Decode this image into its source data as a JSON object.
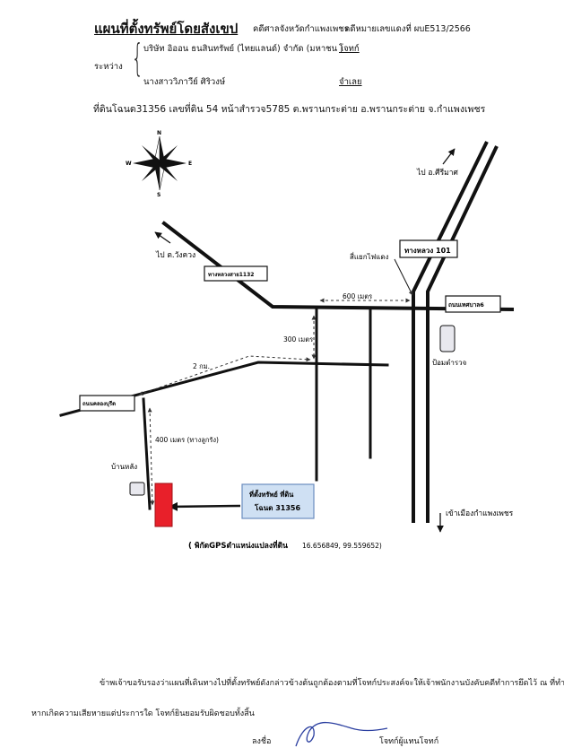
{
  "header": {
    "title": "แผนที่ตั้งทรัพย์โดยสังเขป",
    "court": "คดีศาลจังหวัดกำแพงเพชร",
    "case_no": "คดีหมายเลขแดงที่ ผบE513/2566",
    "between_label": "ระหว่าง",
    "party1": "บริษัท อิออน ธนสินทรัพย์ (ไทยแลนด์) จำกัด (มหาชน )",
    "party1_role": "โจทก์",
    "party2": "นางสาววิภาวีย์ ศิริวงษ์",
    "party2_role": "จำเลย",
    "land_info": "ที่ดินโฉนด31356 เลขที่ดิน 54 หน้าสำรวจ5785 ต.พรานกระต่าย อ.พรานกระต่าย จ.กำแพงเพชร"
  },
  "compass": {
    "n": "N",
    "s": "S",
    "e": "E",
    "w": "W"
  },
  "map_labels": {
    "to_sirimat": "ไป อ.ศีรีมาศ",
    "to_wangkhuang": "ไป ต.วังควง",
    "highway_101": "ทางหลวง 101",
    "traffic_light": "สี่แยกไฟแดง",
    "highway_1132": "ทางหลวงสาย1132",
    "dist_600": "600 เมตร",
    "municipal_road": "ถนนเทศบาล6",
    "dist_300": "300 เมตร",
    "police_box": "ป้อมตำรวจ",
    "dist_2km": "2 กม.",
    "khonburi_road": "ถนนคลองบุรีด",
    "dist_400": "400 เมตร (ทางลูกรัง)",
    "house_behind": "บ้านหลัง",
    "to_kamphaeng": "เข้าเมืองกำแพงเพชร",
    "property_label_1": "ที่ตั้งทรัพย์ ที่ดิน",
    "property_label_2": "โฉนด 31356",
    "gps_label": "( พิกัดGPSตำแหน่งแปลงที่ดิน",
    "gps_coords": "16.656849, 99.559652)"
  },
  "footer": {
    "statement_1": "ข้าพเจ้าขอรับรองว่าแผนที่เดินทางไปที่ตั้งทรัพย์ดังกล่าวข้างต้นถูกต้องตามที่โจทก์ประสงค์จะให้เจ้าพนักงานบังคับคดีทำการยึดไว้  ณ ที่ทำการ",
    "statement_2": "หากเกิดความเสียหายแต่ประการใด โจทก์ยินยอมรับผิดชอบทั้งสิ้น",
    "sign_label": "ลงชื่อ",
    "sign_role": "โจทก์ผู้แทนโจทก์"
  },
  "colors": {
    "property": "#e8202a",
    "label_box": "#cfe0f3",
    "lines": "#111111",
    "signature": "#2b3fa0"
  }
}
